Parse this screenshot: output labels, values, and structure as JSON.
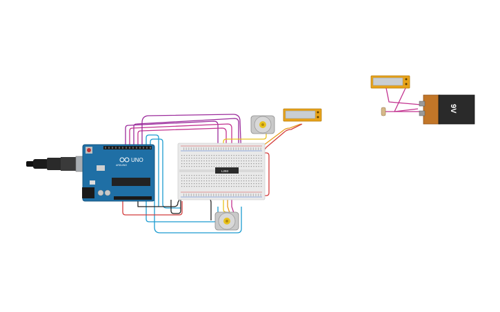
{
  "arduino": {
    "model_label": "UNO",
    "brand_label": "ARDUINO",
    "board_color": "#1f6fa5",
    "header_color": "#1a1a1a"
  },
  "battery": {
    "voltage_label": "9V",
    "body_color": "#c27628",
    "cap_color": "#2a2a2a"
  },
  "ic_chip": {
    "label": "L293"
  },
  "breadboard": {
    "body_color": "#e9e9e9",
    "rail_red": "#d23a3a",
    "rail_blue": "#3a6fd2"
  },
  "lcds": [
    {
      "id": "lcd-near-breadboard",
      "frame_color": "#e8a319",
      "screen_color": "#c9ced2"
    },
    {
      "id": "lcd-near-battery",
      "frame_color": "#e8a319",
      "screen_color": "#c9ced2"
    }
  ],
  "motors": [
    {
      "id": "motor-top"
    },
    {
      "id": "motor-bottom"
    }
  ],
  "wire_colors": {
    "purple": "#9b2a9b",
    "magenta": "#c2318f",
    "cyan": "#1a9bd0",
    "red": "#d23a3a",
    "black": "#222222",
    "orange": "#e69a1c",
    "yellow": "#e8c21c",
    "green": "#3aa345"
  },
  "icons": {
    "usb_cable": "usb-cable-icon",
    "power_jack": "power-jack-icon",
    "arduino_logo": "infinity-logo-icon"
  }
}
